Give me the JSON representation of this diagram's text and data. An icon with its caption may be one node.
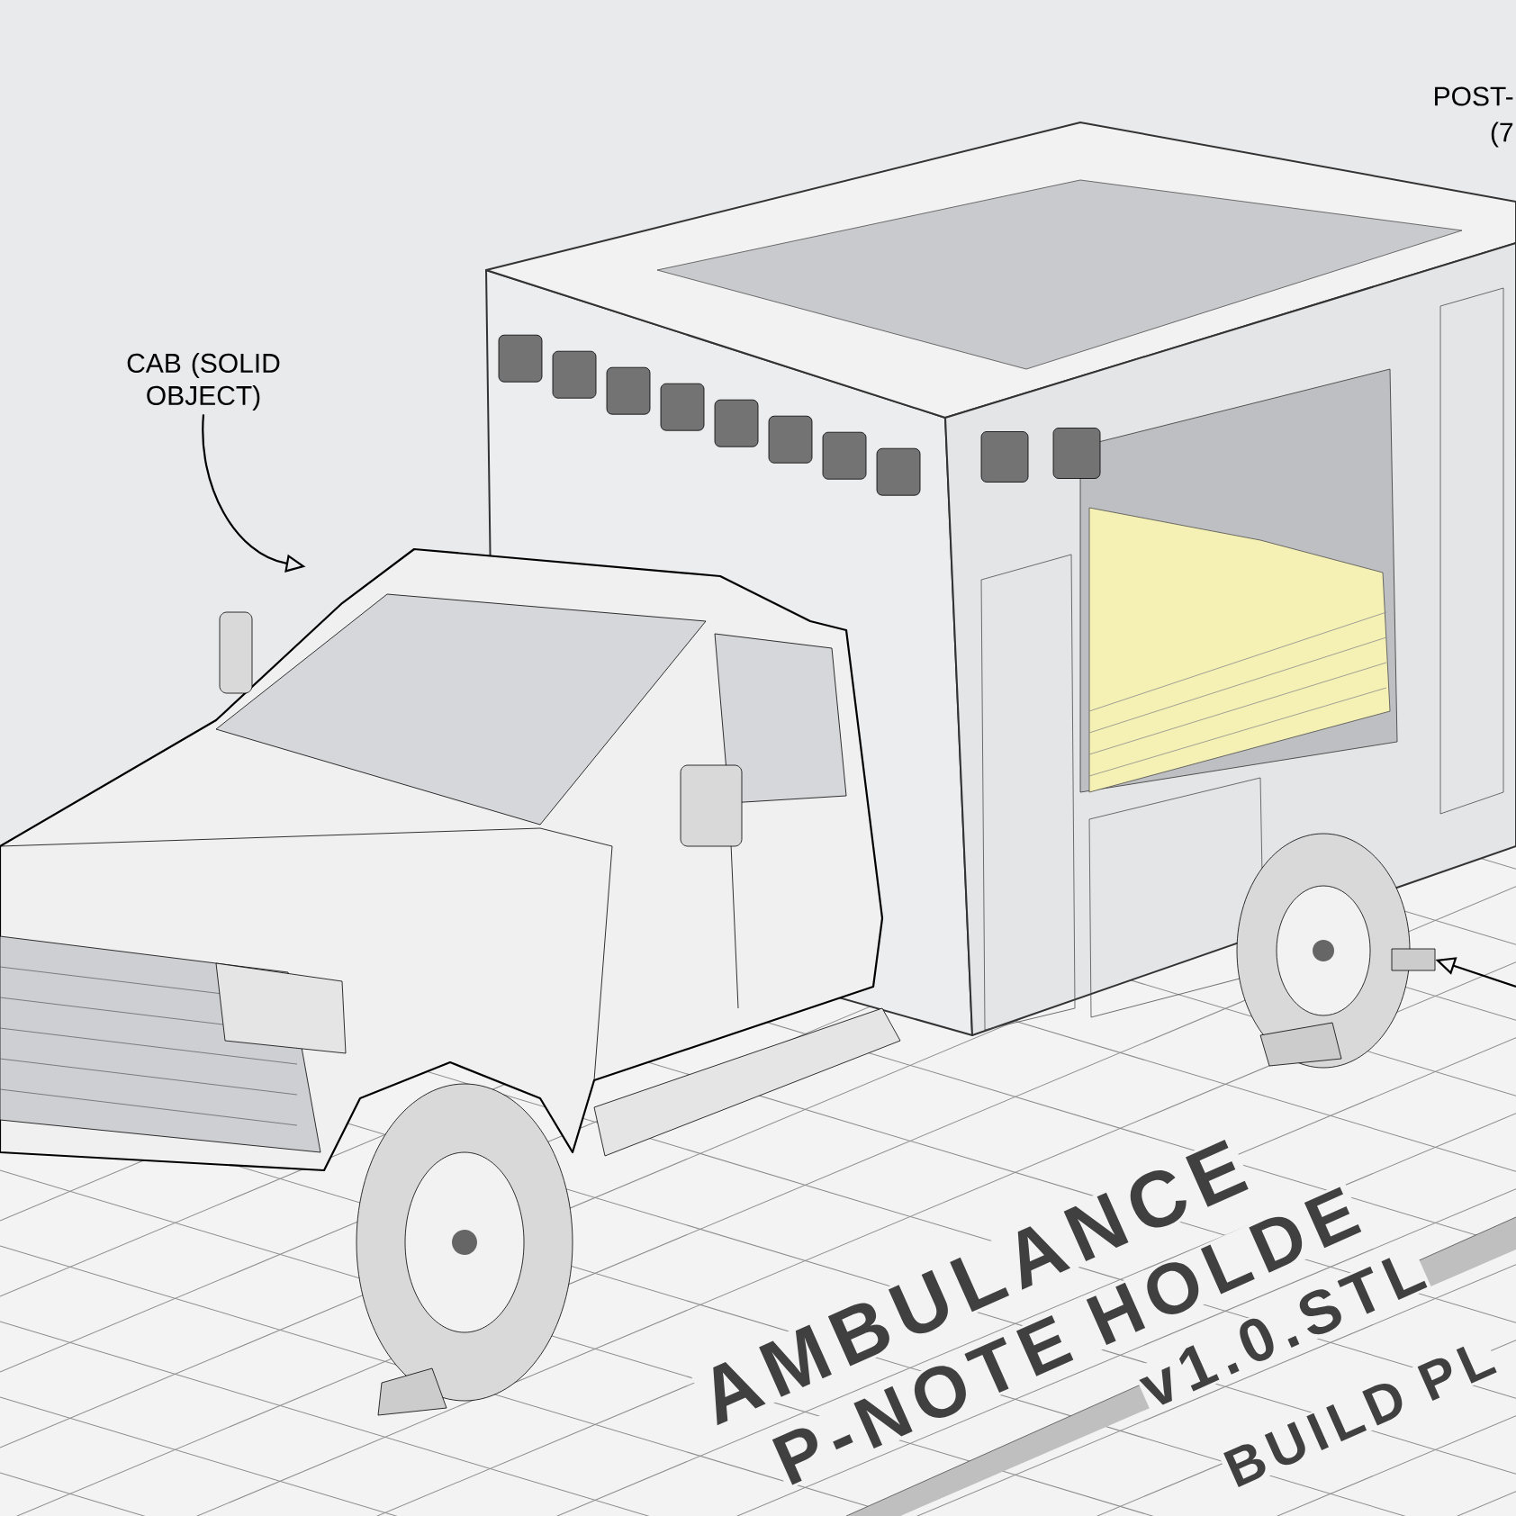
{
  "diagram": {
    "nodes": [
      {
        "text": [
          "CAB (SOLID OBJECT)"
        ]
      },
      {
        "text": [],
        "shape": "picture"
      },
      {
        "text": [],
        "shape": "box"
      }
    ],
    "edges": [
      {
        "from": 0,
        "to": 1,
        "arrow": "to"
      },
      {
        "from": null,
        "to": 2,
        "arrow": "to"
      }
    ],
    "labels": [
      "POST- (7",
      "AMBULANCE",
      "P-NOTE HOLDE",
      "v1.0.STL",
      "BUILD PL"
    ]
  }
}
